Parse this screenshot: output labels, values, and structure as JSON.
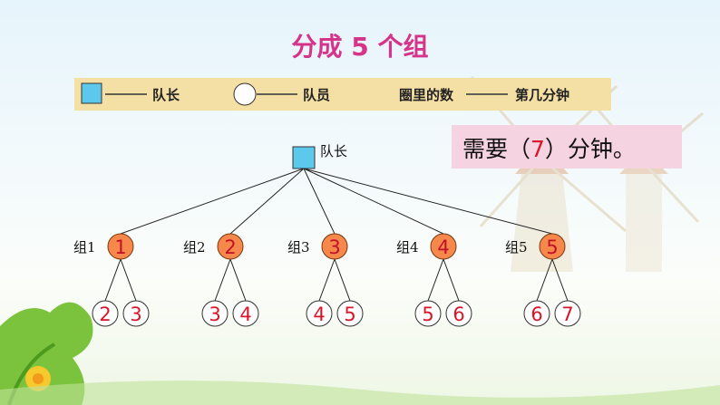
{
  "title": "分成 5 个组",
  "legend": {
    "leader_label": "队长",
    "member_label": "队员",
    "number_label": "圈里的数",
    "minute_label": "第几分钟"
  },
  "answer": {
    "prefix": "需要（",
    "value": "7",
    "suffix": "）分钟。"
  },
  "tree": {
    "root_label": "队长",
    "groups": [
      {
        "label": "组1",
        "node": "1",
        "children": [
          "2",
          "3"
        ]
      },
      {
        "label": "组2",
        "node": "2",
        "children": [
          "3",
          "4"
        ]
      },
      {
        "label": "组3",
        "node": "3",
        "children": [
          "4",
          "5"
        ]
      },
      {
        "label": "组4",
        "node": "4",
        "children": [
          "5",
          "6"
        ]
      },
      {
        "label": "组5",
        "node": "5",
        "children": [
          "6",
          "7"
        ]
      }
    ]
  },
  "colors": {
    "title": "#d6338a",
    "legend_bg": "#f4dfa4",
    "answer_bg": "#f5d3e0",
    "answer_number": "#d9152a",
    "leader_square": "#5bc8ec",
    "group_node_fill": "#f7884b",
    "child_node_text": "#d9152a"
  }
}
